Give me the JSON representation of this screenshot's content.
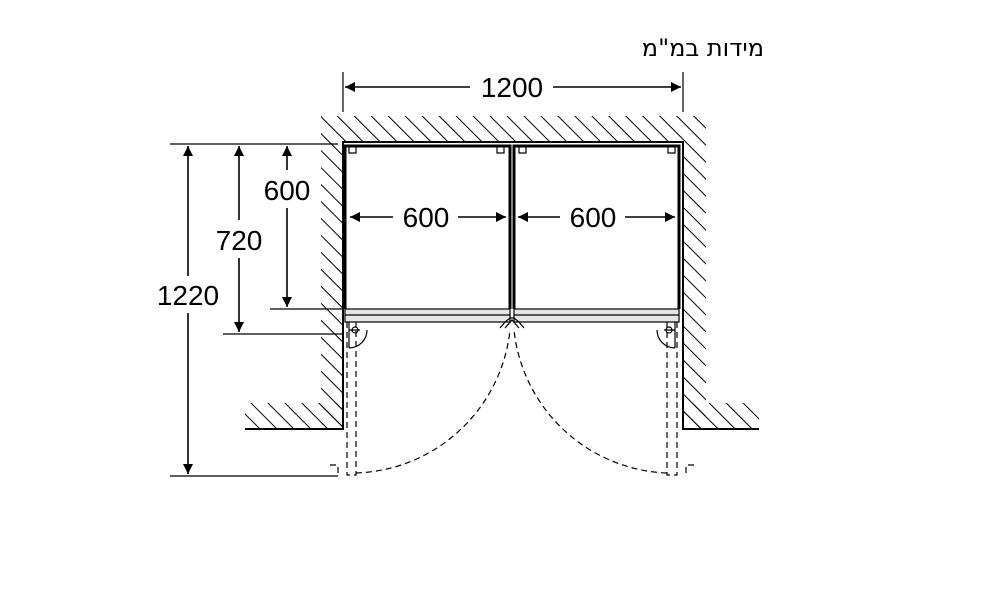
{
  "units_label": "מידות במ\"מ",
  "dimensions": {
    "total_width": "1200",
    "left_width": "600",
    "right_width": "600",
    "depth_body": "600",
    "depth_with_door": "720",
    "depth_door_open": "1220"
  }
}
